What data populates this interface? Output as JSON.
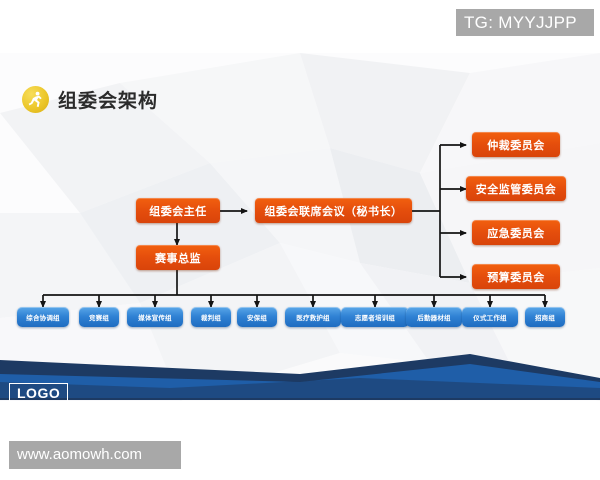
{
  "watermark": {
    "text": "TG: MYYJJPP"
  },
  "slide": {
    "title": "组委会架构",
    "icon": "runner-icon"
  },
  "chart_data": {
    "type": "diagram",
    "title": "组委会架构",
    "nodes": {
      "chairman": "组委会主任",
      "joint_meeting": "组委会联席会议（秘书长）",
      "event_director": "赛事总监"
    },
    "committees": [
      "仲裁委员会",
      "安全监管委员会",
      "应急委员会",
      "预算委员会"
    ],
    "groups": [
      "综合协调组",
      "竞赛组",
      "媒体宣传组",
      "裁判组",
      "安保组",
      "医疗救护组",
      "志愿者培训组",
      "后勤器材组",
      "仪式工作组",
      "招商组"
    ],
    "edges": [
      "组委会主任 → 组委会联席会议（秘书长）",
      "组委会主任 → 赛事总监",
      "组委会联席会议（秘书长） → 仲裁委员会",
      "组委会联席会议（秘书长） → 安全监管委员会",
      "组委会联席会议（秘书长） → 应急委员会",
      "组委会联席会议（秘书长） → 预算委员会",
      "赛事总监 → 综合协调组",
      "赛事总监 → 竞赛组",
      "赛事总监 → 媒体宣传组",
      "赛事总监 → 裁判组",
      "赛事总监 → 安保组",
      "赛事总监 → 医疗救护组",
      "赛事总监 → 志愿者培训组",
      "赛事总监 → 后勤器材组",
      "赛事总监 → 仪式工作组",
      "赛事总监 → 招商组"
    ],
    "colors": {
      "orange": "#e44d0c",
      "blue": "#2f81d4",
      "gold": "#ecc72b",
      "navy": "#1d3a63",
      "line": "#1a1a1a"
    }
  },
  "logo": {
    "label": "LOGO"
  },
  "footer": {
    "url": "www.aomowh.com"
  }
}
